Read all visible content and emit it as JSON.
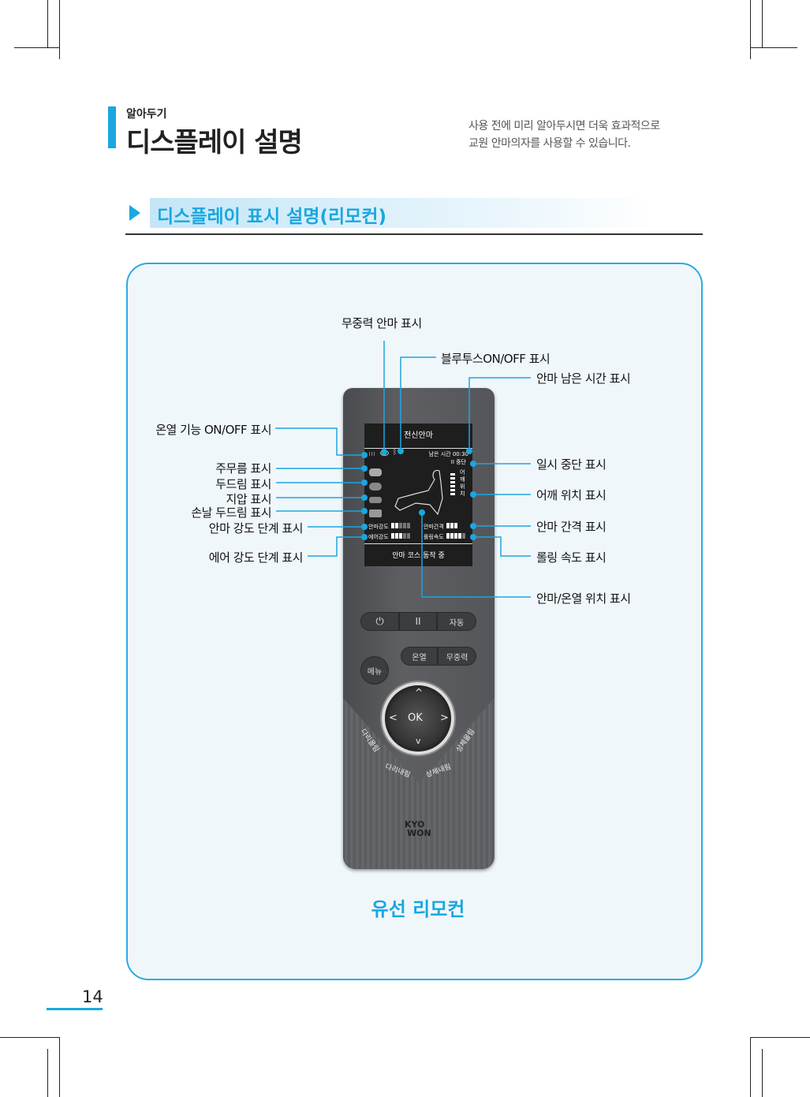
{
  "header": {
    "category": "알아두기",
    "title": "디스플레이 설명",
    "intro_line1": "사용 전에 미리 알아두시면 더욱 효과적으로",
    "intro_line2": "교원 안마의자를 사용할 수 있습니다."
  },
  "section": {
    "title": "디스플레이 표시 설명(리모컨)"
  },
  "callouts": {
    "zero_gravity": "무중력 안마 표시",
    "bluetooth": "블루투스ON/OFF 표시",
    "remaining_time": "안마 남은 시간 표시",
    "heat": "온열 기능 ON/OFF  표시",
    "kneading": "주무름 표시",
    "tapping": "두드림 표시",
    "shiatsu": "지압 표시",
    "chopping": "손날 두드림 표시",
    "massage_intensity": "안마 강도 단계 표시",
    "air_intensity": "에어 강도 단계 표시",
    "pause": "일시 중단 표시",
    "shoulder": "어깨 위치 표시",
    "interval": "안마 간격 표시",
    "rolling": "롤링 속도 표시",
    "position": "안마/온열 위치 표시"
  },
  "screen": {
    "mode": "전신안마",
    "time_label": "남은 시간 00:30",
    "pause_label": "II 중단",
    "shoulder_label": "어깨위치",
    "massage_intensity_label": "안마강도",
    "massage_intensity_level": 2,
    "air_intensity_label": "에어강도",
    "air_intensity_level": 3,
    "interval_label": "안마간격",
    "interval_level": 3,
    "rolling_label": "롤링속도",
    "rolling_level": 4,
    "status": "안마 코스 동작 중"
  },
  "buttons": {
    "power": "⏻",
    "pause": "II",
    "auto": "자동",
    "heat": "온열",
    "zero_gravity": "무중력",
    "menu": "메뉴",
    "ok": "OK",
    "up": "^",
    "down": "v",
    "left": "<",
    "right": ">",
    "leg_up": "다리올림",
    "leg_down": "다리내림",
    "back_down": "상체내림",
    "back_up": "상체올림"
  },
  "brand": {
    "line1": "KYO",
    "line2": "WON"
  },
  "caption": "유선 리모컨",
  "page_number": "14",
  "colors": {
    "accent": "#1aa7e0"
  }
}
